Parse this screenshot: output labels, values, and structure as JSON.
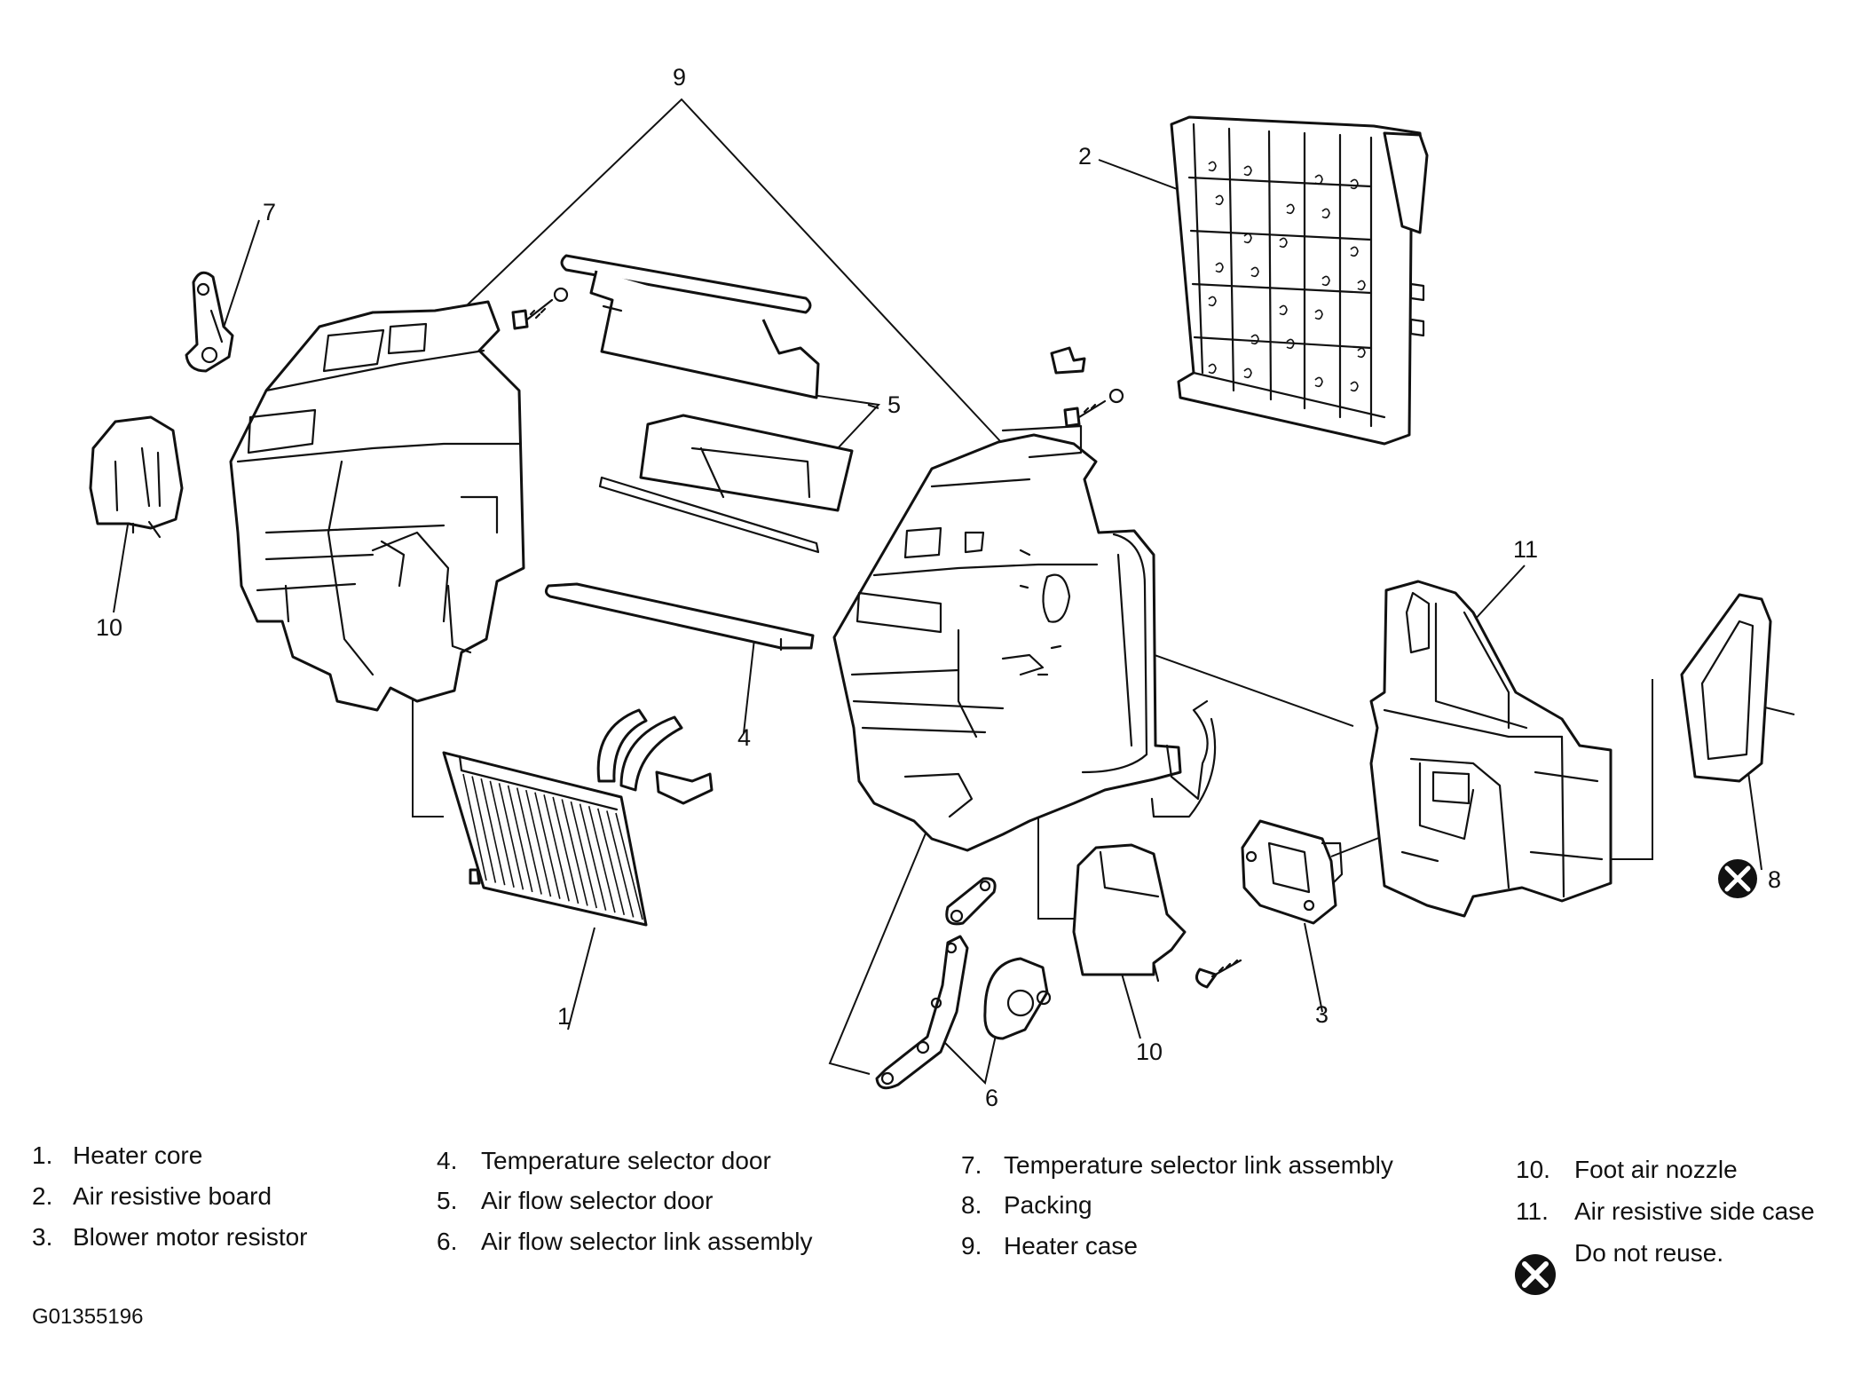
{
  "callouts": {
    "c1": "1",
    "c2": "2",
    "c3": "3",
    "c4": "4",
    "c5": "5",
    "c6": "6",
    "c7": "7",
    "c8": "8",
    "c9": "9",
    "c10a": "10",
    "c10b": "10",
    "c11": "11"
  },
  "legend": [
    {
      "number": "1.",
      "label": "Heater core"
    },
    {
      "number": "2.",
      "label": "Air resistive board"
    },
    {
      "number": "3.",
      "label": "Blower motor resistor"
    },
    {
      "number": "4.",
      "label": "Temperature selector door"
    },
    {
      "number": "5.",
      "label": "Air flow selector door"
    },
    {
      "number": "6.",
      "label": "Air flow selector link assembly"
    },
    {
      "number": "7.",
      "label": "Temperature selector link assembly"
    },
    {
      "number": "8.",
      "label": "Packing"
    },
    {
      "number": "9.",
      "label": "Heater case"
    },
    {
      "number": "10.",
      "label": "Foot air nozzle"
    },
    {
      "number": "11.",
      "label": "Air resistive side case"
    }
  ],
  "do_not_reuse": {
    "icon": "do-not-reuse-icon",
    "label": "Do not reuse."
  },
  "figure_id": "G01355196"
}
